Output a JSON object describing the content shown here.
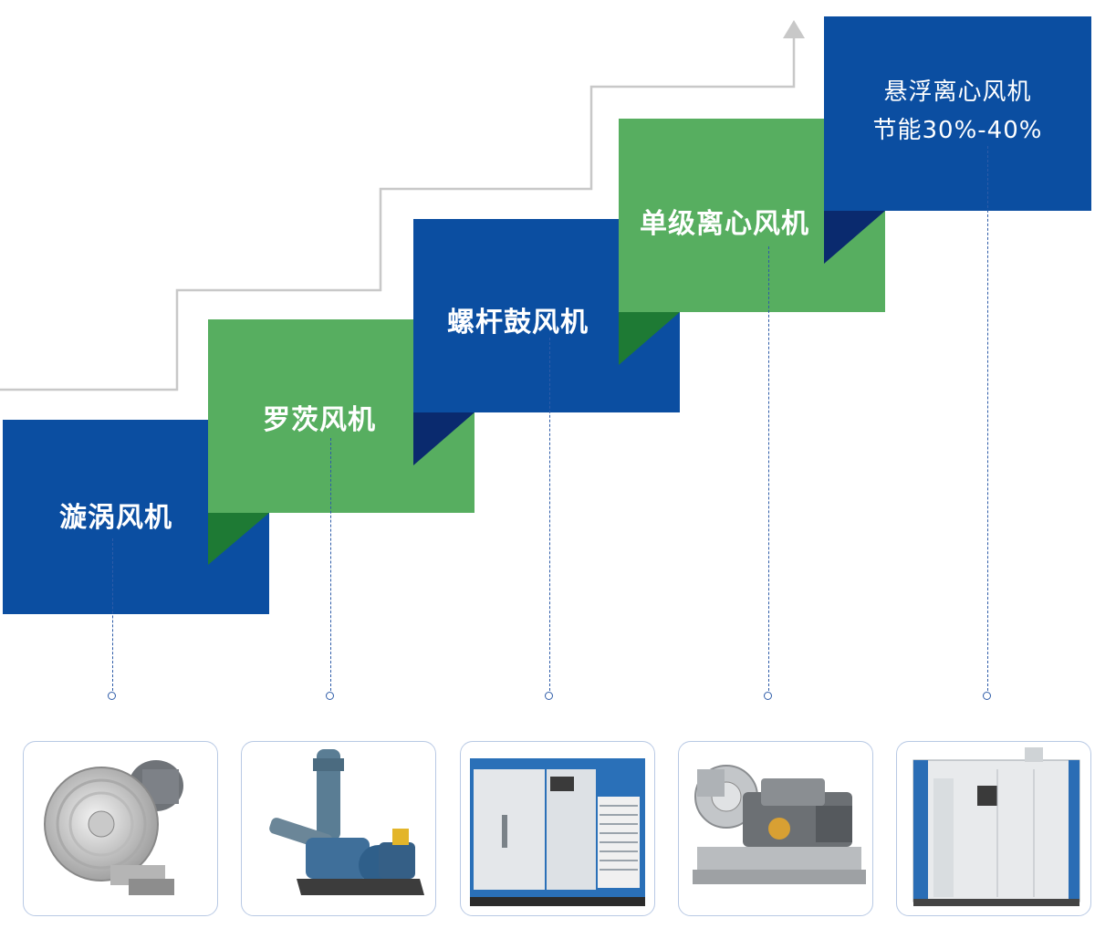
{
  "steps": [
    {
      "label": "漩涡风机",
      "color": "#0b4ea1",
      "image_icon": "vortex-blower-icon"
    },
    {
      "label": "罗茨风机",
      "color": "#57ae60",
      "image_icon": "roots-blower-icon"
    },
    {
      "label": "螺杆鼓风机",
      "color": "#0b4ea1",
      "image_icon": "screw-blower-icon"
    },
    {
      "label": "单级离心风机",
      "color": "#57ae60",
      "image_icon": "centrifugal-blower-icon"
    },
    {
      "label": "悬浮离心风机",
      "sublabel": "节能30%-40%",
      "color": "#0b4ea1",
      "image_icon": "levitation-blower-icon"
    }
  ],
  "colors": {
    "blue": "#0b4ea1",
    "green": "#57ae60",
    "fold_blue": "#0a2a6e",
    "fold_green": "#1e7a34",
    "stair_line": "#c8c8c8",
    "dash": "#2e5ca8"
  }
}
